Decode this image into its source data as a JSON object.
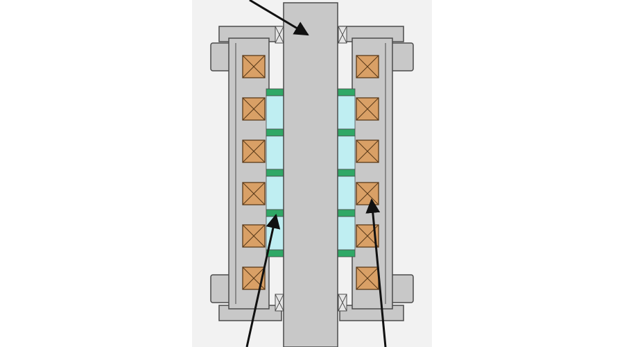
{
  "diagram": {
    "colors": {
      "page_bg": "#ffffff",
      "panel_bg": "#f2f2f2",
      "housing": "#c8c8c8",
      "shaft": "#c8c8c8",
      "outline": "#4a4a4a",
      "coil_fill": "#d9a066",
      "coil_stroke": "#5a3a1a",
      "magnet_light": "#bfeef2",
      "magnet_dark": "#2fa866",
      "arrow": "#111111"
    },
    "parts": {
      "shaft": "shaft",
      "housing_left": "housing-left",
      "housing_right": "housing-right",
      "coils": "coil",
      "magnets": "magnet",
      "bearings": "bearing"
    },
    "coil_rows": 6,
    "magnet_rows": 4,
    "pointer_count": 3
  }
}
